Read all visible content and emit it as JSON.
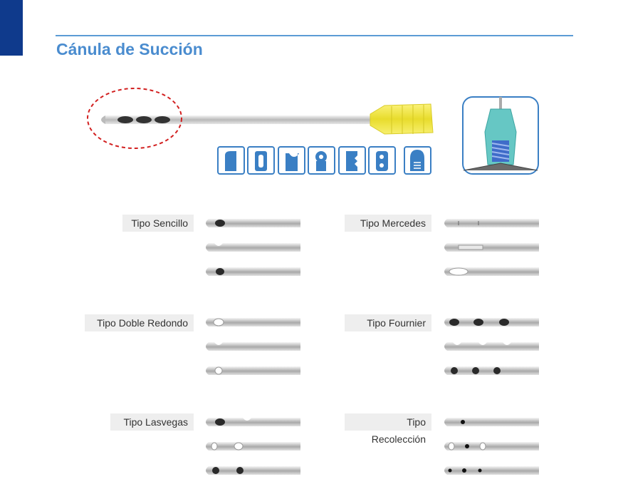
{
  "header": {
    "title": "Cánula de Succión"
  },
  "colors": {
    "brand_dark": "#0f3a8c",
    "accent": "#4a8ccf",
    "hub": "#f2ea3a",
    "marker": "#d22020"
  },
  "tip_shape_icons": [
    "tip-shape-single-icon",
    "tip-shape-slot-icon",
    "tip-shape-notch-icon",
    "tip-shape-keyhole-icon",
    "tip-shape-fournier-icon",
    "tip-shape-double-hole-icon",
    "tip-shape-basket-icon"
  ],
  "types": [
    {
      "label": "Tipo Sencillo",
      "pattern": "sencillo"
    },
    {
      "label": "Tipo Mercedes",
      "pattern": "mercedes"
    },
    {
      "label": "Tipo Doble Redondo",
      "pattern": "doble"
    },
    {
      "label": "Tipo Fournier",
      "pattern": "fournier"
    },
    {
      "label": "Tipo Lasvegas",
      "pattern": "lasvegas"
    },
    {
      "label": "Tipo Recolección",
      "pattern": "recoleccion"
    }
  ]
}
